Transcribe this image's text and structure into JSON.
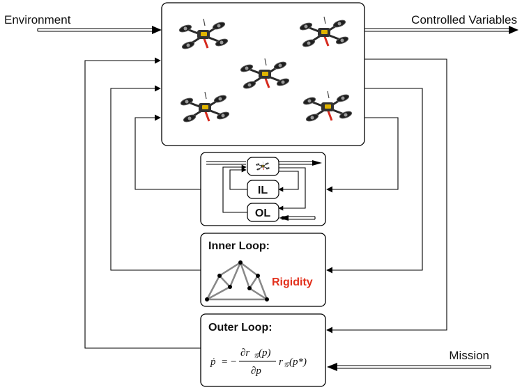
{
  "labels": {
    "environment": "Environment",
    "controlled_variables": "Controlled Variables",
    "mission": "Mission"
  },
  "mini_diagram": {
    "il": "IL",
    "ol": "OL"
  },
  "inner_loop": {
    "title": "Inner Loop:",
    "rigidity": "Rigidity"
  },
  "outer_loop": {
    "title": "Outer Loop:",
    "equation": {
      "lhs": "ṗ",
      "equals": "=",
      "minus": "−",
      "numerator": "∂r",
      "numerator_sub": "𝒢",
      "numerator_arg": "(p)",
      "denominator": "∂p",
      "rhs": "r",
      "rhs_sub": "𝒢",
      "rhs_arg": "(p*)"
    }
  },
  "colors": {
    "accent": "#e2311d",
    "line": "#000000",
    "graph_edge": "#888888",
    "drone_red": "#d62a1e"
  },
  "icons": [
    "quadrotor-icon",
    "rigidity-graph-icon"
  ]
}
